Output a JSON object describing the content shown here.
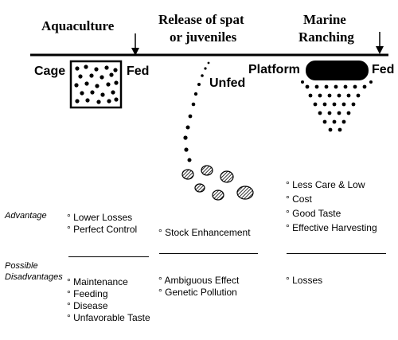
{
  "headers": {
    "aquaculture": "Aquaculture",
    "release_line1": "Release of spat",
    "release_line2": "or juveniles",
    "marine_line1": "Marine",
    "marine_line2": "Ranching"
  },
  "labels": {
    "cage": "Cage",
    "fed_left": "Fed",
    "unfed": "Unfed",
    "platform": "Platform",
    "fed_right": "Fed"
  },
  "rows": {
    "advantage": "Advantage",
    "disadvantage_line1": "Possible",
    "disadvantage_line2": "Disadvantages"
  },
  "columns": {
    "aquaculture": {
      "advantages": [
        "° Lower Losses",
        "° Perfect Control"
      ],
      "disadvantages": [
        "° Maintenance",
        "° Feeding",
        "° Disease",
        "° Unfavorable Taste"
      ]
    },
    "release": {
      "advantages": [
        "° Stock Enhancement"
      ],
      "disadvantages": [
        "° Ambiguous Effect",
        "° Genetic Pollution"
      ]
    },
    "marine": {
      "advantages": [
        "° Less Care & Low",
        "° Cost",
        "° Good Taste",
        "° Effective Harvesting"
      ],
      "disadvantages": [
        "° Losses"
      ]
    }
  }
}
